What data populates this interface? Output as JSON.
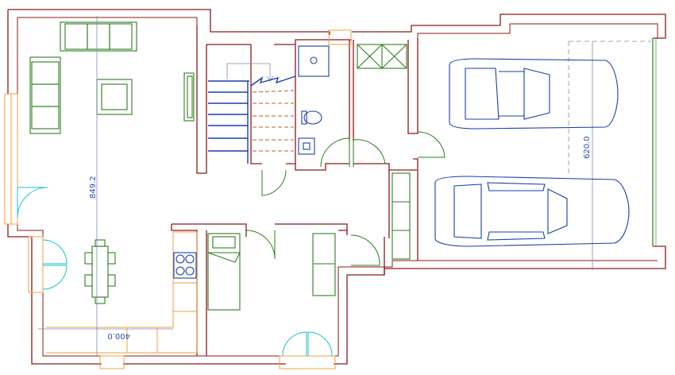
{
  "dimensions": {
    "living_room_height": "849.2",
    "garage_depth": "620.0",
    "kitchen_width": "400.0"
  },
  "colors": {
    "walls": "#8b1a1a",
    "furniture": "#2e7d1f",
    "cars_and_stairs": "#1a3fa8",
    "windows": "#f0a040",
    "doors_cyan": "#19c3c8",
    "dimension_text": "#2a4db0"
  }
}
